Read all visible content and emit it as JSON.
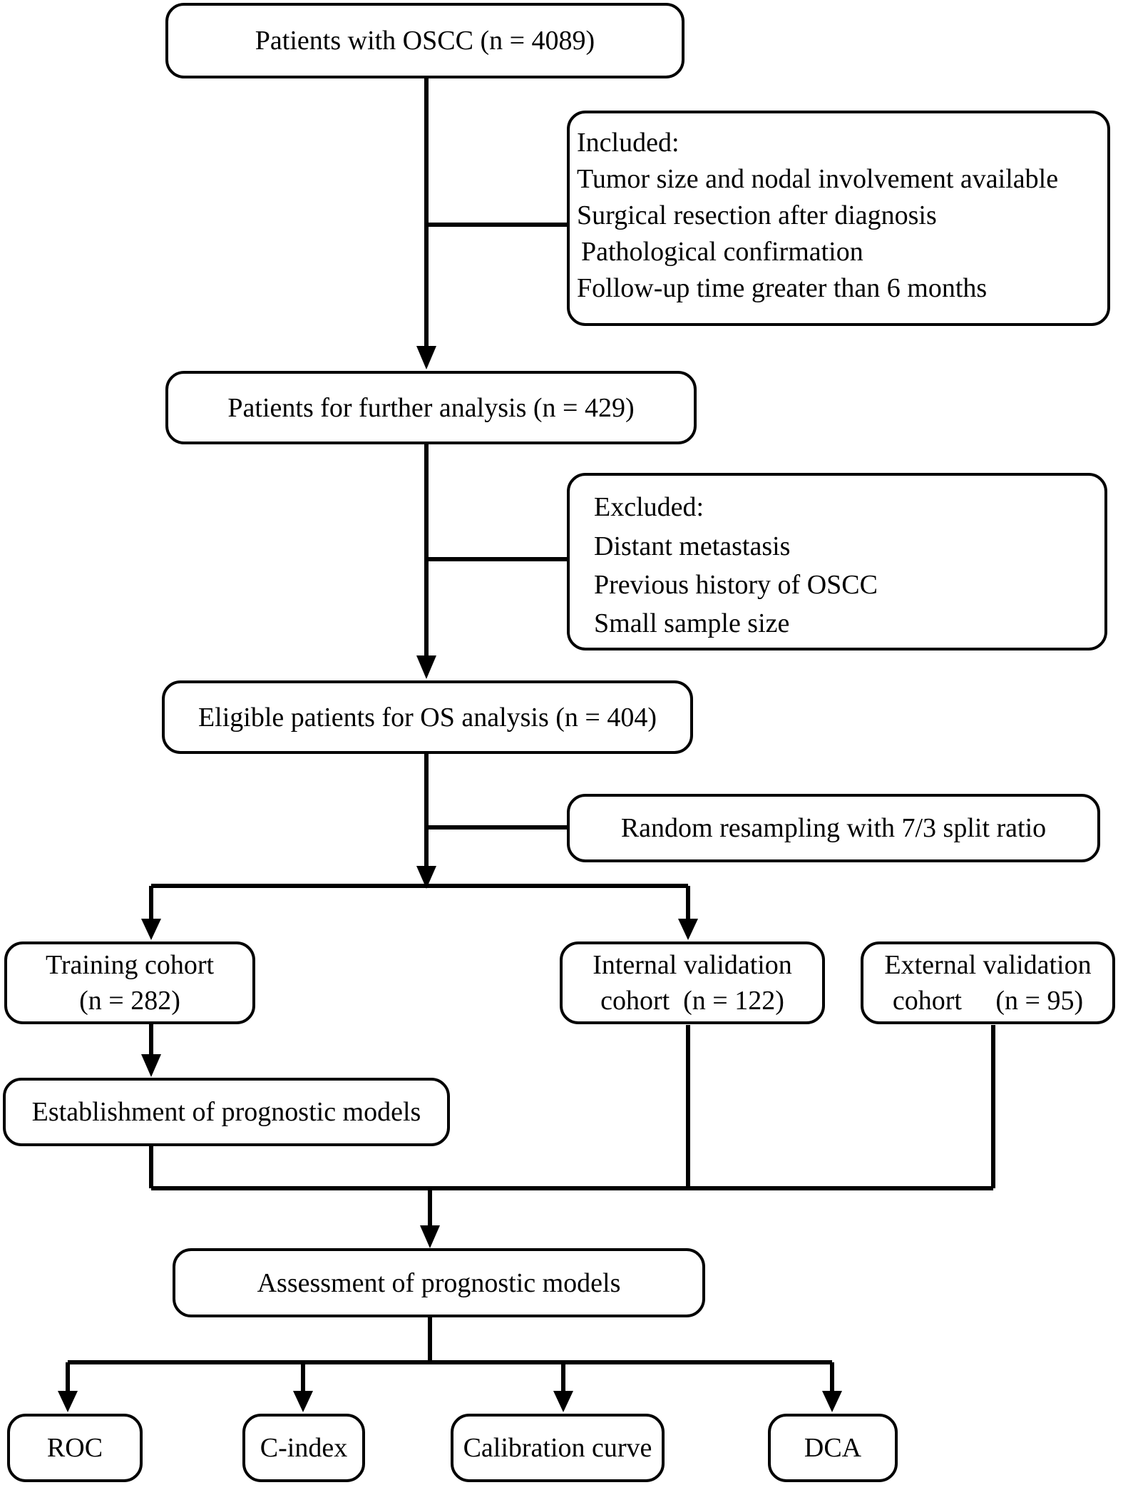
{
  "start": "Patients with OSCC (n = 4089)",
  "included": {
    "heading": "Included:",
    "items": [
      "Tumor size and nodal involvement available",
      "Surgical resection after diagnosis",
      "Pathological confirmation",
      "Follow-up time greater than 6 months"
    ]
  },
  "further": "Patients for further analysis (n = 429)",
  "excluded": {
    "heading": "Excluded:",
    "items": [
      "Distant metastasis",
      "Previous history of OSCC",
      "Small sample size"
    ]
  },
  "eligible": "Eligible patients for OS analysis (n = 404)",
  "resampling": "Random resampling with 7/3 split ratio",
  "training": {
    "line1": "Training cohort",
    "line2": "(n = 282)"
  },
  "internal": {
    "line1": "Internal validation",
    "line2": "cohort  (n = 122)"
  },
  "external": {
    "line1": "External validation",
    "line2": "cohort     (n = 95)"
  },
  "establishment": "Establishment of prognostic models",
  "assessment": "Assessment of prognostic models",
  "outputs": [
    "ROC",
    "C-index",
    "Calibration curve",
    "DCA"
  ]
}
